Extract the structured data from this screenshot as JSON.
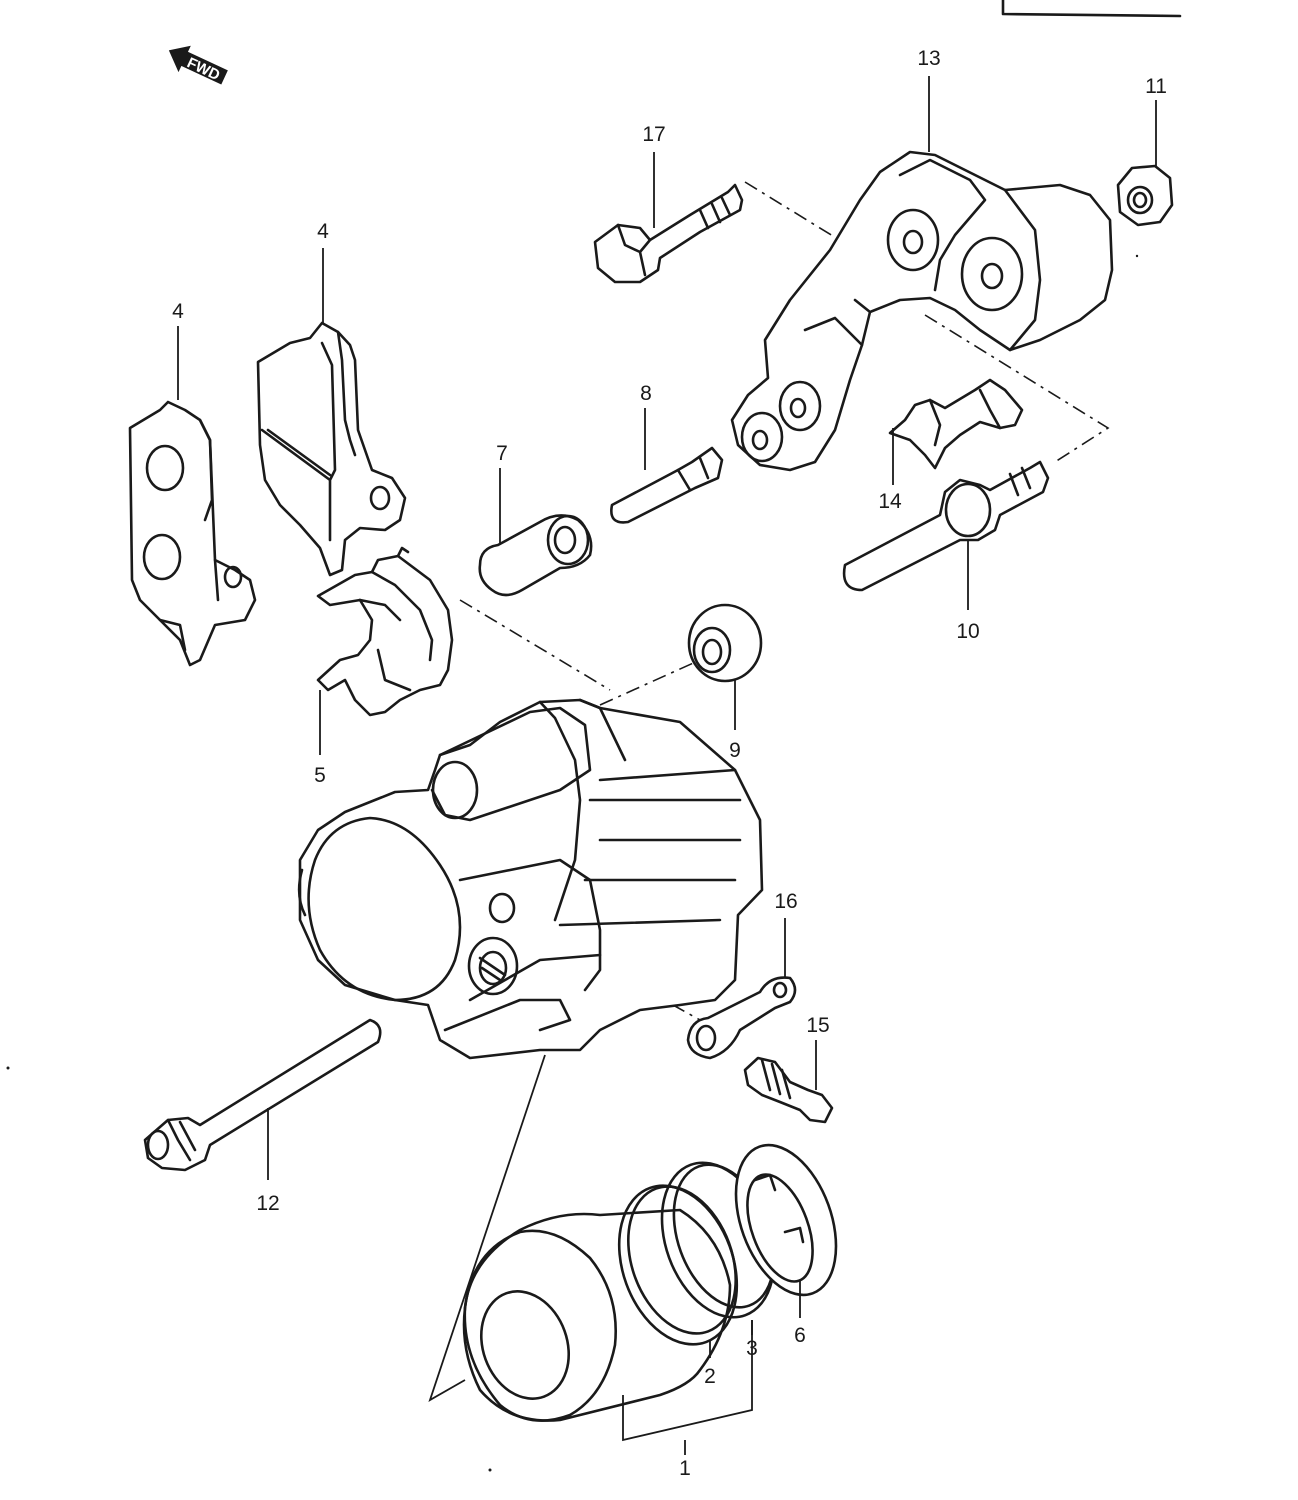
{
  "forward_badge": "FWD",
  "callouts": {
    "p1": "1",
    "p2": "2",
    "p3": "3",
    "p4a": "4",
    "p4b": "4",
    "p5": "5",
    "p6": "6",
    "p7": "7",
    "p8": "8",
    "p9": "9",
    "p10": "10",
    "p11": "11",
    "p12": "12",
    "p13": "13",
    "p14": "14",
    "p15": "15",
    "p16": "16",
    "p17": "17"
  }
}
